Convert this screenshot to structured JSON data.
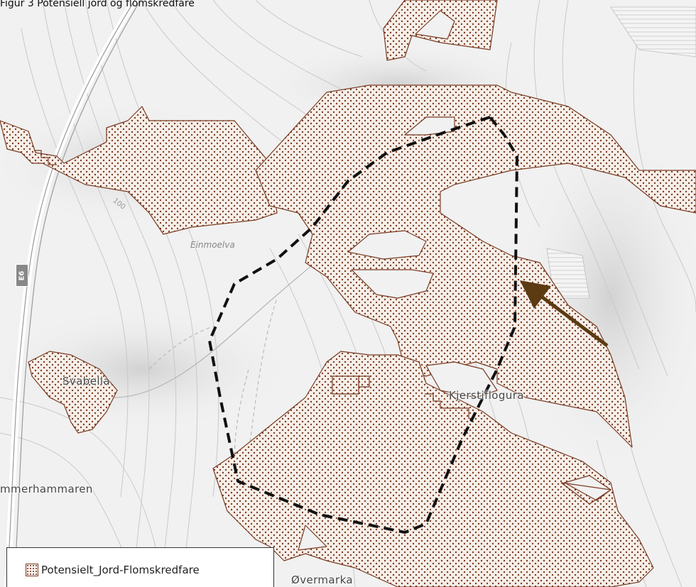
{
  "header": {
    "caption": "Figur 3 Potensiell jord og flomskredfare"
  },
  "map": {
    "place_names": {
      "svabella": "Svabella",
      "kjerstiflogura": "Kjerstiflogura",
      "sommerhammaren": "mmerhammaren",
      "overmarka": "Øvermarka"
    },
    "river_name": "Einmoelva",
    "contour_label": "100",
    "road_shield": "E6"
  },
  "legend": {
    "items": [
      {
        "label": "Potensielt_Jord-Flomskredfare"
      }
    ]
  },
  "colors": {
    "hazard_outline": "#7a3b22",
    "hazard_dots": "#7a3b22",
    "arrow": "#5c3a12",
    "catchment_boundary": "#111111",
    "road": "#9a9a9a"
  },
  "icons": {
    "legend_swatch": "dotted-pattern-swatch",
    "arrow": "arrow-pointer-icon"
  }
}
